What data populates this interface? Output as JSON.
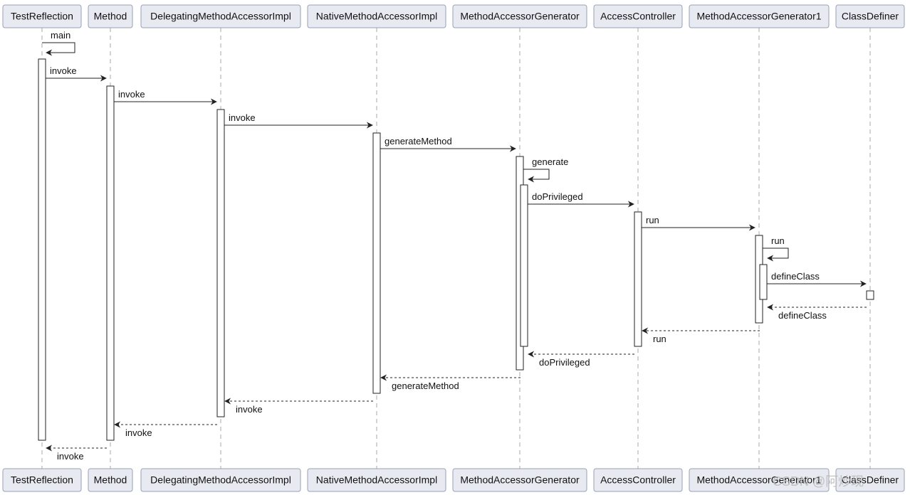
{
  "participants": [
    "TestReflection",
    "Method",
    "DelegatingMethodAccessorImpl",
    "NativeMethodAccessorImpl",
    "MethodAccessorGenerator",
    "AccessController",
    "MethodAccessorGenerator1",
    "ClassDefiner"
  ],
  "messages": [
    {
      "from": "TestReflection",
      "to": "TestReflection",
      "label": "main",
      "kind": "self"
    },
    {
      "from": "TestReflection",
      "to": "Method",
      "label": "invoke",
      "kind": "call"
    },
    {
      "from": "Method",
      "to": "DelegatingMethodAccessorImpl",
      "label": "invoke",
      "kind": "call"
    },
    {
      "from": "DelegatingMethodAccessorImpl",
      "to": "NativeMethodAccessorImpl",
      "label": "invoke",
      "kind": "call"
    },
    {
      "from": "NativeMethodAccessorImpl",
      "to": "MethodAccessorGenerator",
      "label": "generateMethod",
      "kind": "call"
    },
    {
      "from": "MethodAccessorGenerator",
      "to": "MethodAccessorGenerator",
      "label": "generate",
      "kind": "self"
    },
    {
      "from": "MethodAccessorGenerator",
      "to": "AccessController",
      "label": "doPrivileged",
      "kind": "call"
    },
    {
      "from": "AccessController",
      "to": "MethodAccessorGenerator1",
      "label": "run",
      "kind": "call"
    },
    {
      "from": "MethodAccessorGenerator1",
      "to": "MethodAccessorGenerator1",
      "label": "run",
      "kind": "self"
    },
    {
      "from": "MethodAccessorGenerator1",
      "to": "ClassDefiner",
      "label": "defineClass",
      "kind": "call"
    },
    {
      "from": "ClassDefiner",
      "to": "MethodAccessorGenerator1",
      "label": "defineClass",
      "kind": "return"
    },
    {
      "from": "MethodAccessorGenerator1",
      "to": "AccessController",
      "label": "run",
      "kind": "return"
    },
    {
      "from": "AccessController",
      "to": "MethodAccessorGenerator",
      "label": "doPrivileged",
      "kind": "return"
    },
    {
      "from": "MethodAccessorGenerator",
      "to": "NativeMethodAccessorImpl",
      "label": "generateMethod",
      "kind": "return"
    },
    {
      "from": "NativeMethodAccessorImpl",
      "to": "DelegatingMethodAccessorImpl",
      "label": "invoke",
      "kind": "return"
    },
    {
      "from": "DelegatingMethodAccessorImpl",
      "to": "Method",
      "label": "invoke",
      "kind": "return"
    },
    {
      "from": "Method",
      "to": "TestReflection",
      "label": "invoke",
      "kind": "return"
    }
  ],
  "watermark": "CSDN @阿炒现"
}
